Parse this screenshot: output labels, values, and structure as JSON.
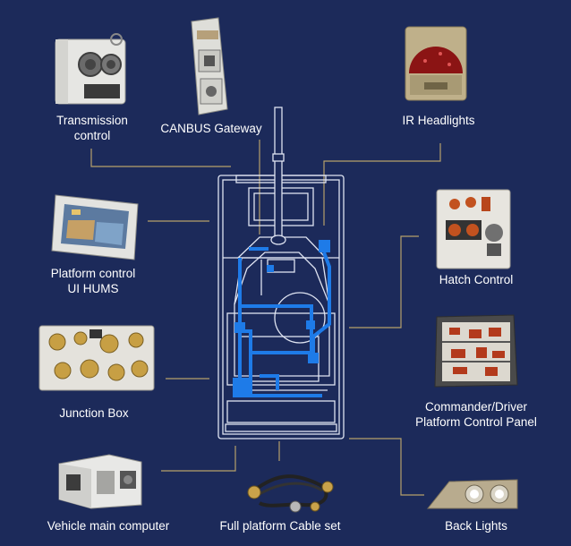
{
  "diagram": {
    "components": [
      {
        "id": "transmission",
        "label_lines": [
          "Transmission",
          "control"
        ],
        "icon": "transmission-control-icon"
      },
      {
        "id": "canbus",
        "label_lines": [
          "CANBUS Gateway"
        ],
        "icon": "canbus-gateway-icon"
      },
      {
        "id": "ir",
        "label_lines": [
          "IR Headlights"
        ],
        "icon": "ir-headlight-icon"
      },
      {
        "id": "platform",
        "label_lines": [
          "Platform control",
          "UI HUMS"
        ],
        "icon": "display-panel-icon"
      },
      {
        "id": "hatch",
        "label_lines": [
          "Hatch Control"
        ],
        "icon": "hatch-control-icon"
      },
      {
        "id": "junction",
        "label_lines": [
          "Junction Box"
        ],
        "icon": "junction-box-icon"
      },
      {
        "id": "commander",
        "label_lines": [
          "Commander/Driver",
          "Platform Control Panel"
        ],
        "icon": "control-panel-icon"
      },
      {
        "id": "computer",
        "label_lines": [
          "Vehicle main computer"
        ],
        "icon": "computer-unit-icon"
      },
      {
        "id": "cable",
        "label_lines": [
          "Full platform Cable set"
        ],
        "icon": "cable-set-icon"
      },
      {
        "id": "back",
        "label_lines": [
          "Back Lights"
        ],
        "icon": "back-light-icon"
      }
    ]
  },
  "colors": {
    "background": "#1c2a5a",
    "outline": "#dfe4f2",
    "leader": "#b5a06b",
    "wiring": "#1e7be8",
    "label": "#ffffff"
  }
}
